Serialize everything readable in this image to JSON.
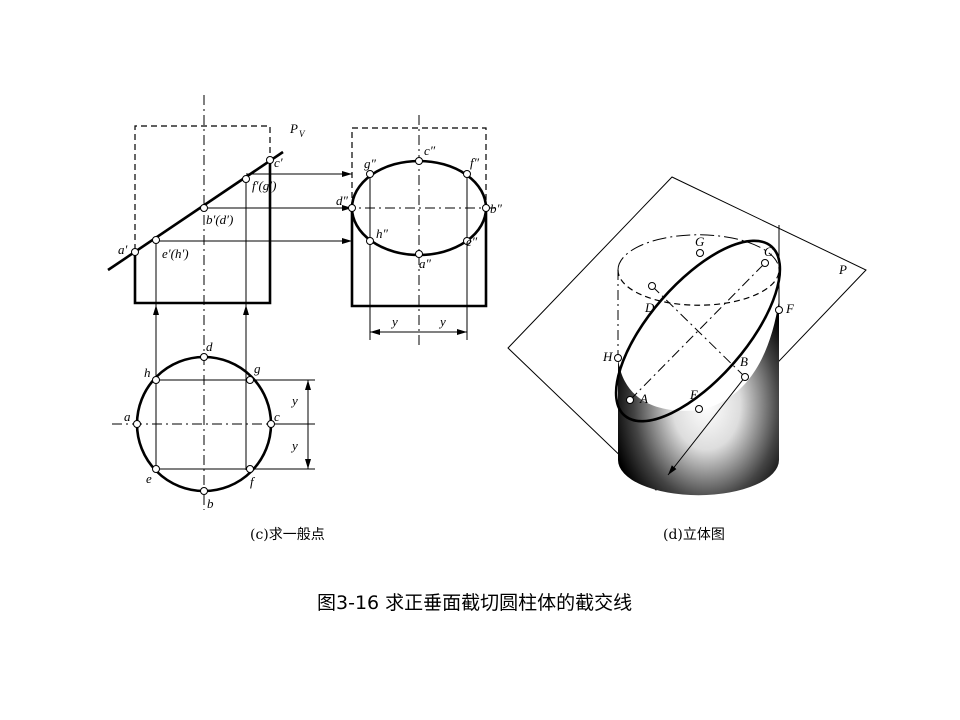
{
  "front_view": {
    "plane_label": "P",
    "plane_sub": "V",
    "points": [
      "a′",
      "e′(h′)",
      "b′(d′)",
      "f′(g′)",
      "c′"
    ]
  },
  "side_view": {
    "points": [
      "c″",
      "g″",
      "f″",
      "d″",
      "b″",
      "h″",
      "e″",
      "a″"
    ],
    "dim_left": "y",
    "dim_right": "y"
  },
  "top_view": {
    "points": [
      "d",
      "h",
      "g",
      "a",
      "c",
      "e",
      "f",
      "b"
    ],
    "dim_top": "y",
    "dim_bottom": "y"
  },
  "iso_view": {
    "plane_label": "P",
    "points": [
      "G",
      "C",
      "D",
      "F",
      "H",
      "B",
      "A",
      "E"
    ]
  },
  "captions": {
    "left": "(c)求一般点",
    "right": "(d)立体图"
  },
  "figure_caption": "图3-16  求正垂面截切圆柱体的截交线"
}
